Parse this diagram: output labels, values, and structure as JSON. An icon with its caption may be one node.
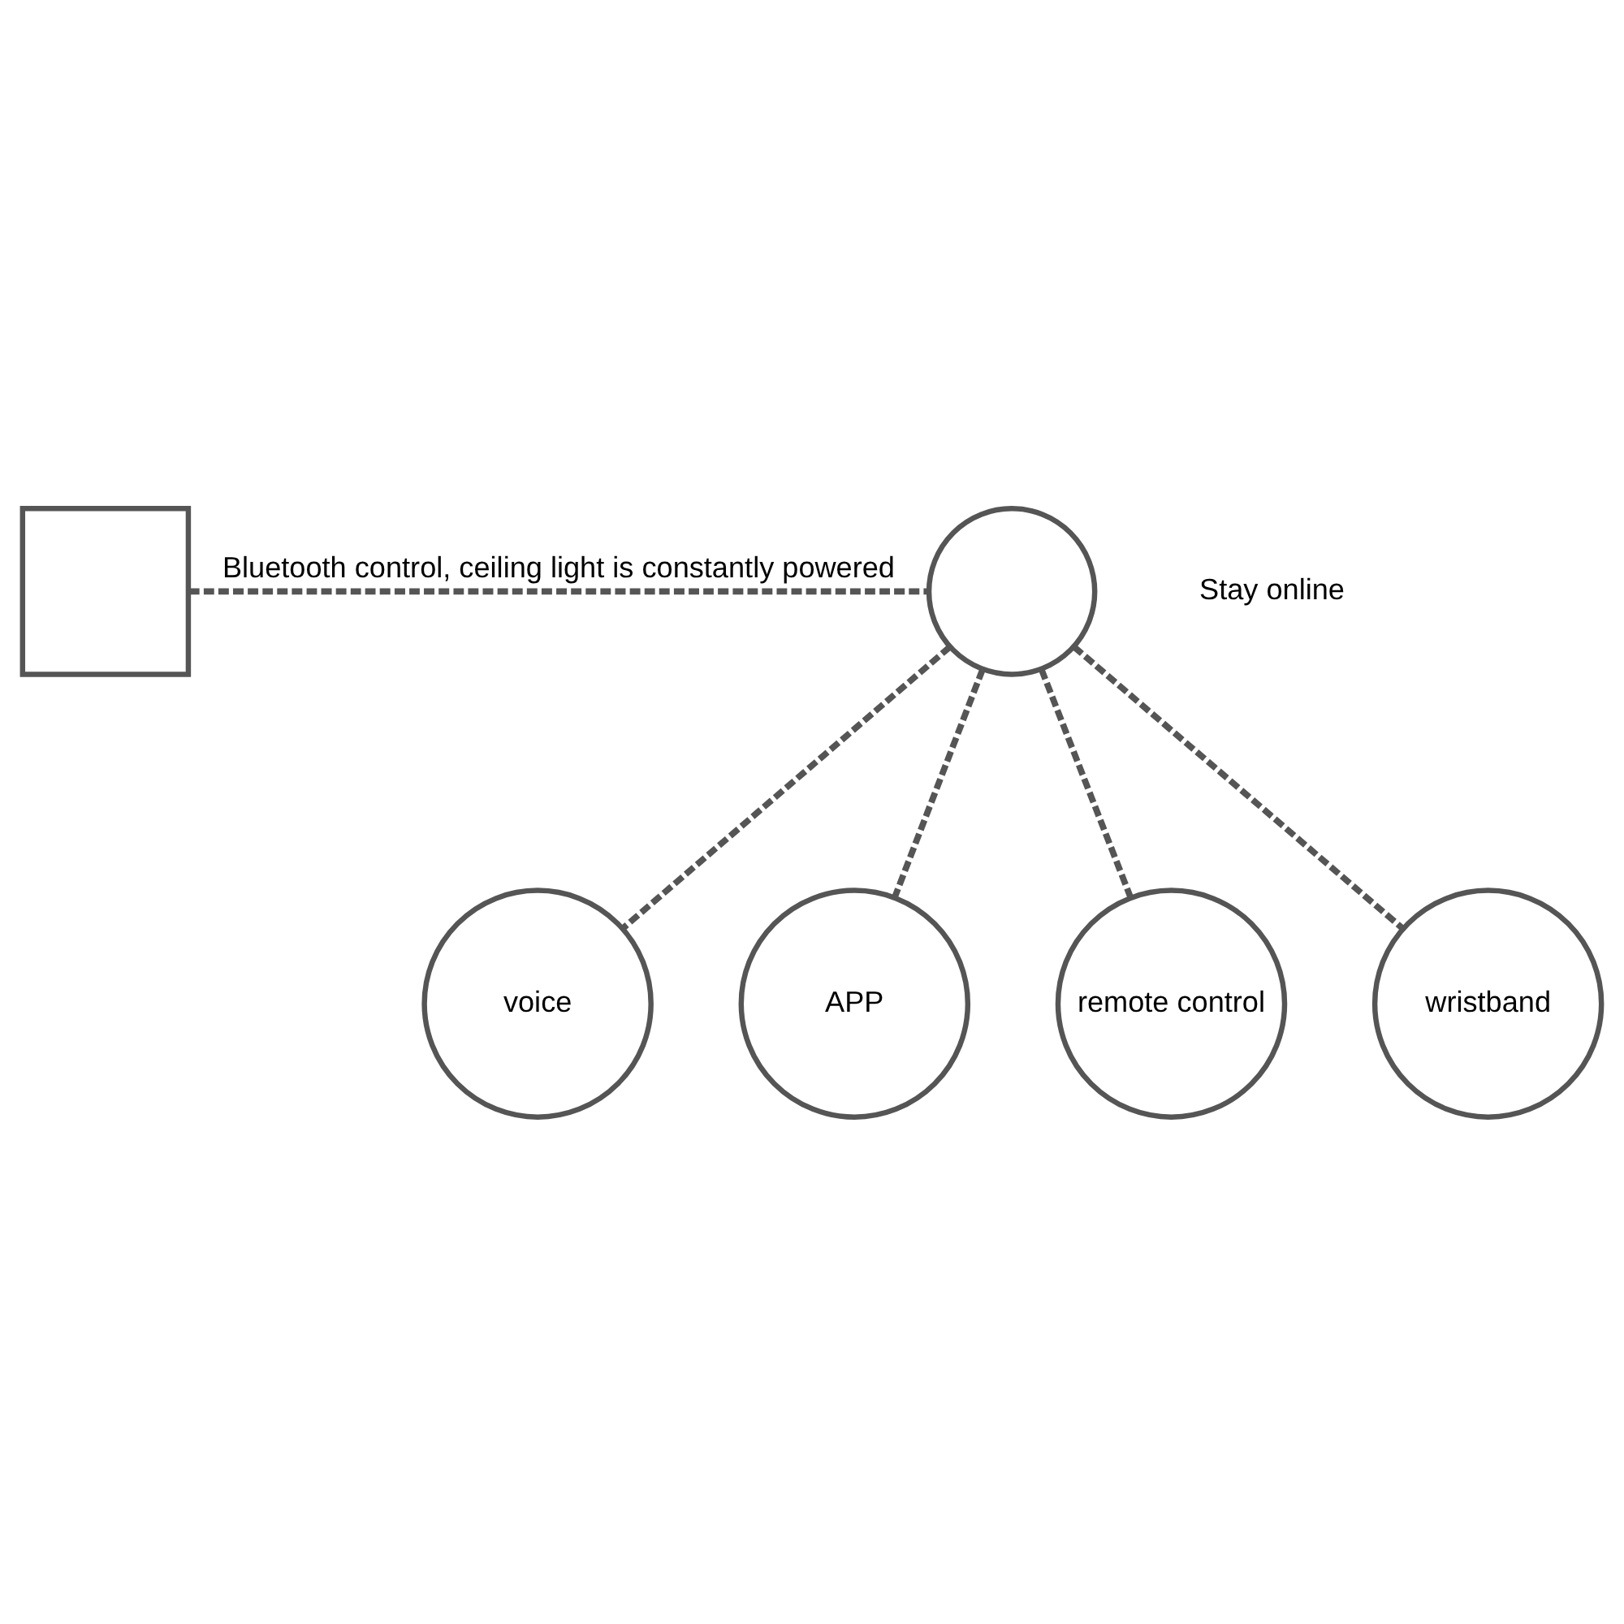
{
  "diagram": {
    "nodes": [
      {
        "text": [],
        "shape": "box"
      },
      {
        "text": [],
        "shape": "circle"
      },
      {
        "text": [
          "voice"
        ]
      },
      {
        "text": [
          "APP"
        ]
      },
      {
        "text": [
          "remote control"
        ]
      },
      {
        "text": [
          "wristband"
        ]
      }
    ],
    "edges": [
      {
        "from": 0,
        "to": 1,
        "arrow": "none",
        "style": "dashed",
        "label": "Bluetooth control, ceiling light is constantly powered"
      },
      {
        "from": 1,
        "to": 2,
        "arrow": "none",
        "style": "dashed"
      },
      {
        "from": 1,
        "to": 3,
        "arrow": "none",
        "style": "dashed"
      },
      {
        "from": 1,
        "to": 4,
        "arrow": "none",
        "style": "dashed"
      },
      {
        "from": 1,
        "to": 5,
        "arrow": "none",
        "style": "dashed"
      }
    ],
    "labels": [
      "Stay online"
    ]
  }
}
